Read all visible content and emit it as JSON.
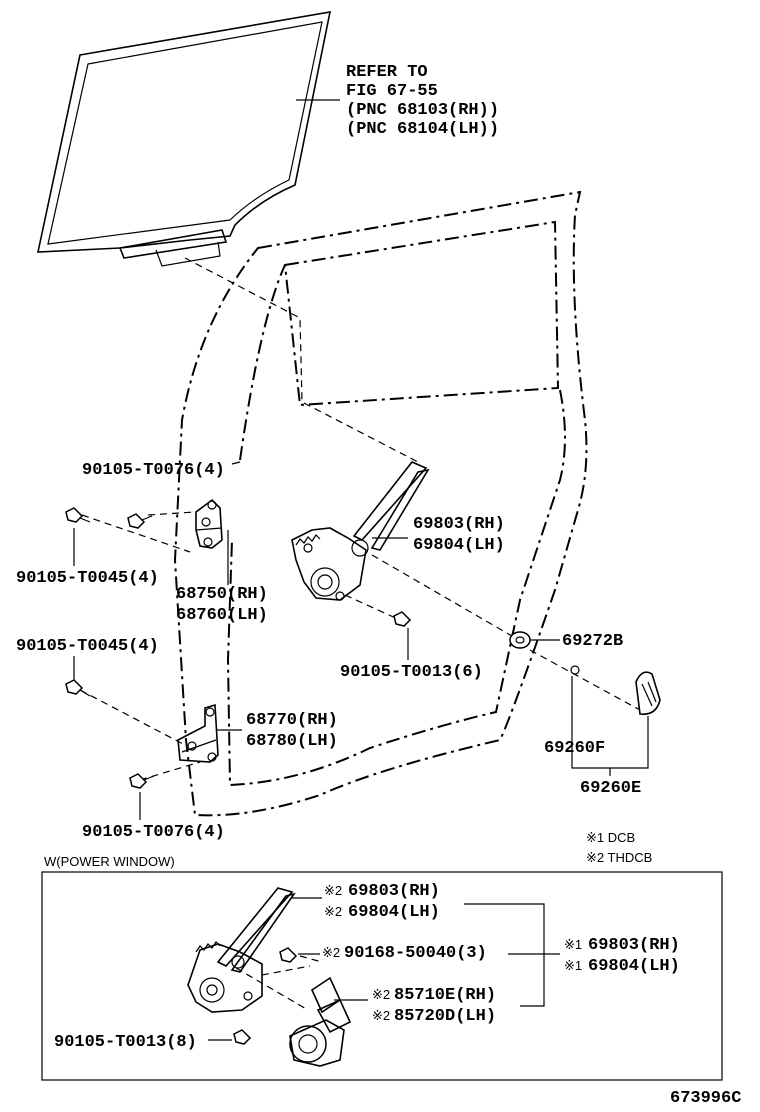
{
  "refer": {
    "line1": "REFER TO",
    "line2": "FIG 67-55",
    "line3": "(PNC 68103(RH))",
    "line4": "(PNC 68104(LH))"
  },
  "parts": {
    "p1": "90105-T0076(4)",
    "p2": "90105-T0045(4)",
    "p3": "68750(RH)",
    "p4": "68760(LH)",
    "p5": "69803(RH)",
    "p6": "69804(LH)",
    "p7": "69272B",
    "p8": "90105-T0013(6)",
    "p9": "90105-T0045(4)",
    "p10": "68770(RH)",
    "p11": "68780(LH)",
    "p12": "69260F",
    "p13": "69260E",
    "p14": "90105-T0076(4)"
  },
  "legend": {
    "n1": "※1  DCB",
    "n2": "※2  THDCB"
  },
  "box": {
    "title": "W(POWER WINDOW)",
    "b1": "69803(RH)",
    "b2": "69804(LH)",
    "b3": "90168-50040(3)",
    "b4": "85710E(RH)",
    "b5": "85720D(LH)",
    "b6": "90105-T0013(8)",
    "b7": "69803(RH)",
    "b8": "69804(LH)",
    "m2": "※2",
    "m1": "※1"
  },
  "figure_code": "673996C"
}
